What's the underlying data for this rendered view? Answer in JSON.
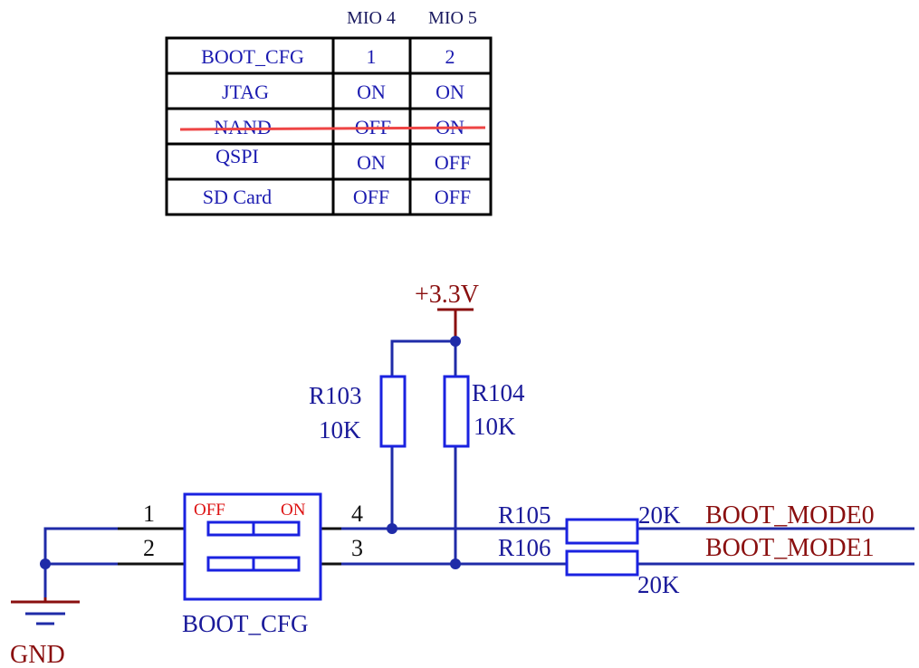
{
  "table": {
    "column_headers": [
      "MIO 4",
      "MIO 5"
    ],
    "rows": [
      {
        "label": "BOOT_CFG",
        "mio4": "1",
        "mio5": "2",
        "struck": false
      },
      {
        "label": "JTAG",
        "mio4": "ON",
        "mio5": "ON",
        "struck": false
      },
      {
        "label": "NAND",
        "mio4": "OFF",
        "mio5": "ON",
        "struck": true
      },
      {
        "label": "QSPI",
        "mio4": "ON",
        "mio5": "OFF",
        "struck": false
      },
      {
        "label": "SD Card",
        "mio4": "OFF",
        "mio5": "OFF",
        "struck": false
      }
    ],
    "strike_color": "#ee4444"
  },
  "power": {
    "label": "+3.3V"
  },
  "ground": {
    "label": "GND"
  },
  "resistors": [
    {
      "ref": "R103",
      "value": "10K"
    },
    {
      "ref": "R104",
      "value": "10K"
    },
    {
      "ref": "R105",
      "value": "20K"
    },
    {
      "ref": "R106",
      "value": "20K"
    }
  ],
  "switch": {
    "designator": "BOOT_CFG",
    "off_label": "OFF",
    "on_label": "ON",
    "pins": [
      "1",
      "2",
      "3",
      "4"
    ]
  },
  "nets": [
    "BOOT_MODE0",
    "BOOT_MODE1"
  ],
  "colors": {
    "wire": "#1f2ba8",
    "net_label": "#8a0f0f",
    "part_outline": "#1a22e0",
    "switch_text": "#dd1111"
  }
}
